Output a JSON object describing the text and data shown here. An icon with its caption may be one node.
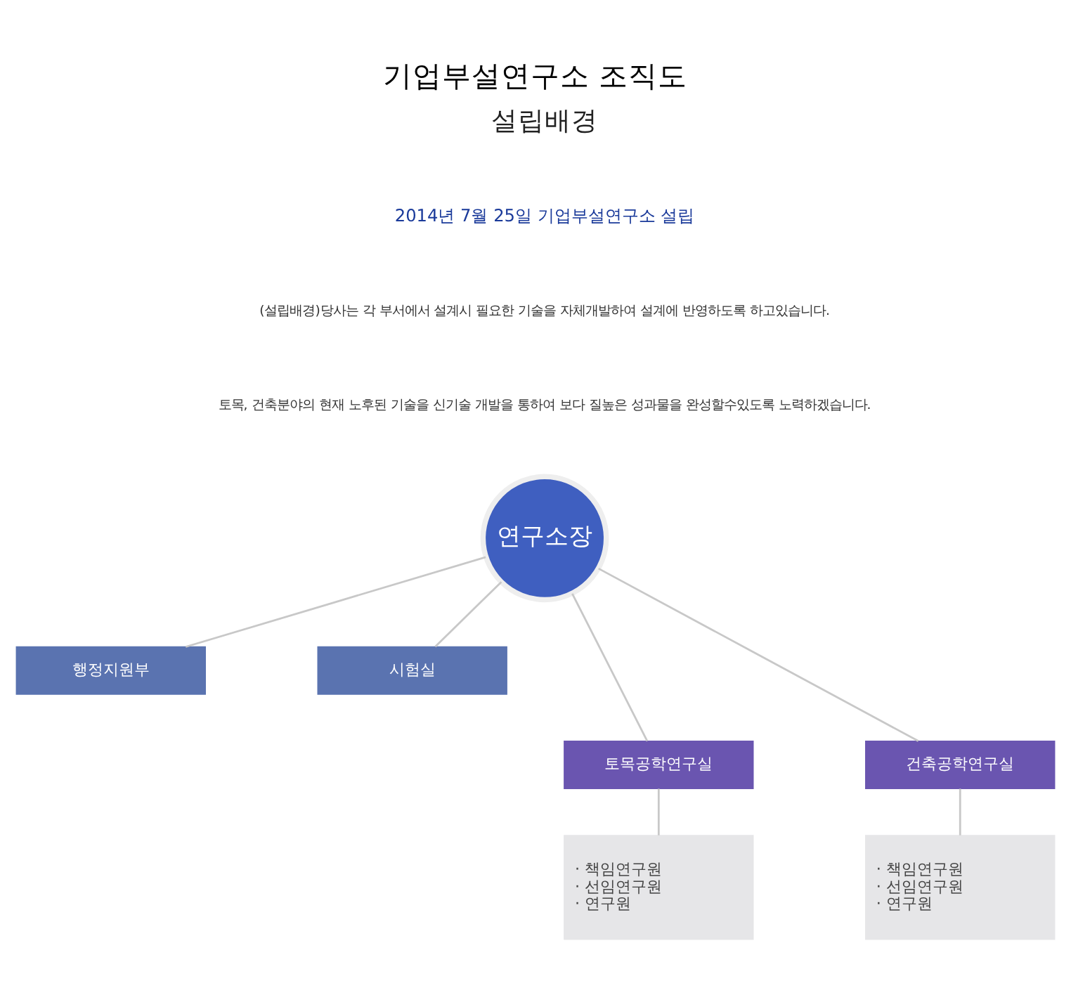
{
  "diagram": {
    "title": "기업부설연구소 조직도",
    "nodes": [
      {
        "text": [
          "연구소장"
        ]
      },
      {
        "text": [
          "행정지원부"
        ]
      },
      {
        "text": [
          "시험실"
        ]
      },
      {
        "text": [
          "토목공학연구실"
        ]
      },
      {
        "text": [
          "건축공학연구실"
        ]
      },
      {
        "text": [
          "· 책임연구원",
          "· 선임연구원",
          "· 연구원"
        ]
      },
      {
        "text": [
          "· 책임연구원",
          "· 선임연구원",
          "· 연구원"
        ]
      }
    ],
    "edges": [
      {
        "from": 0,
        "to": 1,
        "arrow": "none"
      },
      {
        "from": 0,
        "to": 2,
        "arrow": "none"
      },
      {
        "from": 0,
        "to": 3,
        "arrow": "none"
      },
      {
        "from": 0,
        "to": 4,
        "arrow": "none"
      },
      {
        "from": 3,
        "to": 5,
        "arrow": "none"
      },
      {
        "from": 4,
        "to": 6,
        "arrow": "none"
      }
    ],
    "labels": [
      "설립배경",
      "2014년 7월 25일 기업부설연구소 설립",
      "(설립배경)당사는 각 부서에서 설계시 필요한 기술을 자체개발하여 설계에 반영하도록 하고있습니다.",
      "토목, 건축분야의 현재 노후된 기술을 신기술 개발을 통하여 보다 질높은 성과물을 완성할수있도록 노력하겠습니다."
    ]
  }
}
